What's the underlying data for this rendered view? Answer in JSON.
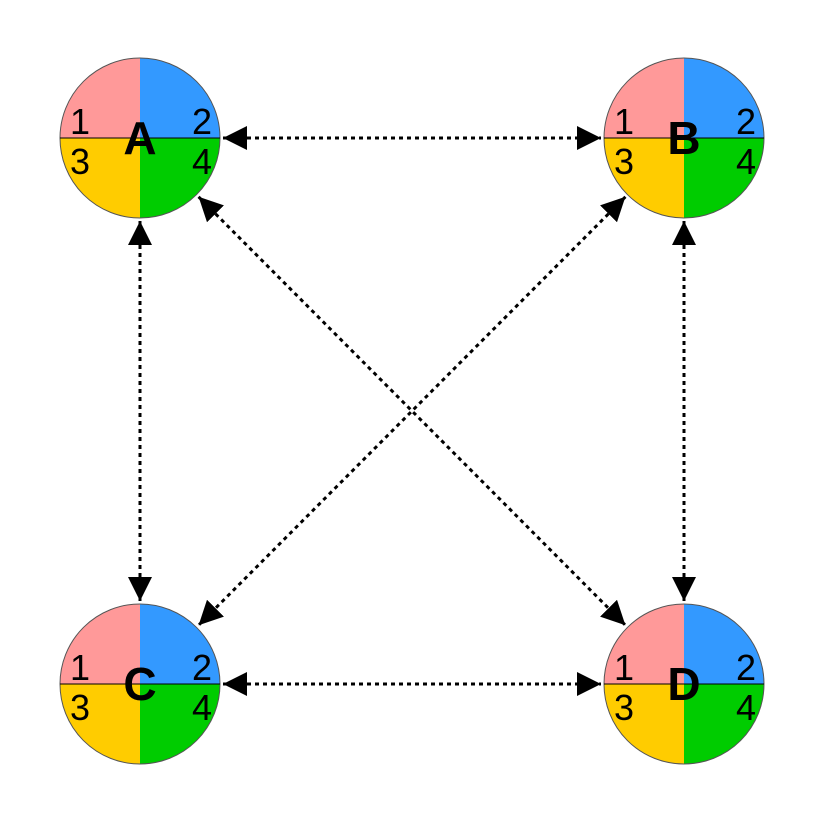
{
  "colors": {
    "q1": "#ff9999",
    "q2": "#3399ff",
    "q3": "#ffcc00",
    "q4": "#00cc00",
    "edge": "#000000",
    "background": "#ffffff"
  },
  "nodes": [
    {
      "id": "A",
      "label": "A",
      "quadrants": [
        "1",
        "2",
        "3",
        "4"
      ]
    },
    {
      "id": "B",
      "label": "B",
      "quadrants": [
        "1",
        "2",
        "3",
        "4"
      ]
    },
    {
      "id": "C",
      "label": "C",
      "quadrants": [
        "1",
        "2",
        "3",
        "4"
      ]
    },
    {
      "id": "D",
      "label": "D",
      "quadrants": [
        "1",
        "2",
        "3",
        "4"
      ]
    }
  ],
  "edges": [
    {
      "from": "A",
      "to": "B",
      "style": "dotted",
      "arrows": "both"
    },
    {
      "from": "A",
      "to": "C",
      "style": "dotted",
      "arrows": "both"
    },
    {
      "from": "A",
      "to": "D",
      "style": "dotted",
      "arrows": "both"
    },
    {
      "from": "B",
      "to": "C",
      "style": "dotted",
      "arrows": "both"
    },
    {
      "from": "B",
      "to": "D",
      "style": "dotted",
      "arrows": "both"
    },
    {
      "from": "C",
      "to": "D",
      "style": "dotted",
      "arrows": "both"
    }
  ]
}
